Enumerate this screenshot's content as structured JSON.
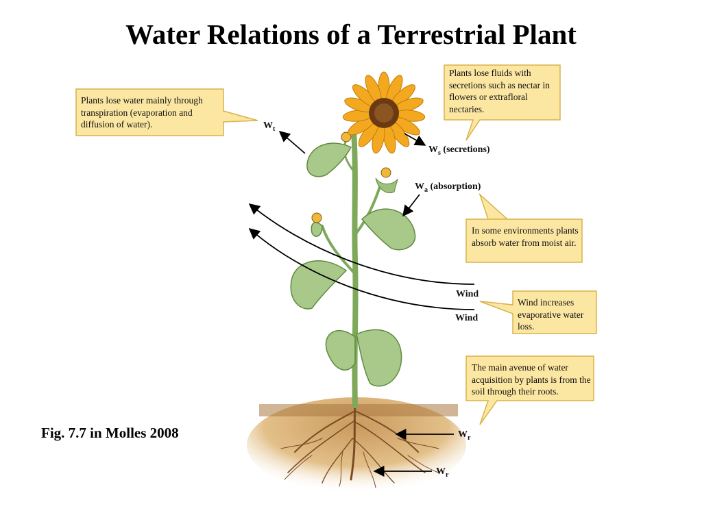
{
  "title": "Water Relations of a Terrestrial Plant",
  "caption": "Fig. 7.7 in Molles 2008",
  "callouts": {
    "transpiration": "Plants lose water mainly through transpiration (evaporation and diffusion of water).",
    "secretions": "Plants lose fluids with secretions such as nectar in flowers or extrafloral nectaries.",
    "absorption_air": "In some environments plants absorb water from moist air.",
    "wind": "Wind increases evaporative water loss.",
    "roots": "The main avenue of water acquisition by plants is from the soil through their roots."
  },
  "labels": {
    "wt_main": "W",
    "wt_sub": "t",
    "ws_main": "W",
    "ws_sub": "s",
    "ws_suffix": " (secretions)",
    "wa_main": "W",
    "wa_sub": "a",
    "wa_suffix": " (absorption)",
    "wind_1": "Wind",
    "wind_2": "Wind",
    "wr1_main": "W",
    "wr1_sub": "r",
    "wr2_main": "W",
    "wr2_sub": "r"
  },
  "colors": {
    "callout_fill": "#fbe6a2",
    "callout_stroke": "#d9b24a",
    "soil": "#d9b07a",
    "root": "#7a4a22",
    "leaf": "#a9c98a",
    "leaf_dark": "#5f8a3e",
    "stem": "#8fb36a",
    "petal": "#f3a91f",
    "flower_center": "#6b3a12"
  }
}
